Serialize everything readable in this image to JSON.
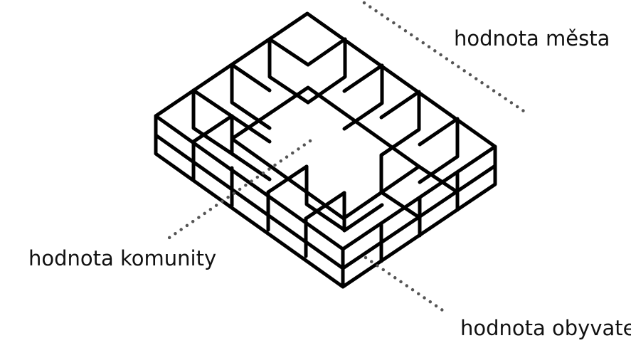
{
  "labels": {
    "city": "hodnota města",
    "community": "hodnota komunity",
    "resident": "hodnota obyvate"
  },
  "colors": {
    "line": "#000000",
    "leader": "#555555",
    "text": "#111111",
    "background": "#ffffff"
  }
}
